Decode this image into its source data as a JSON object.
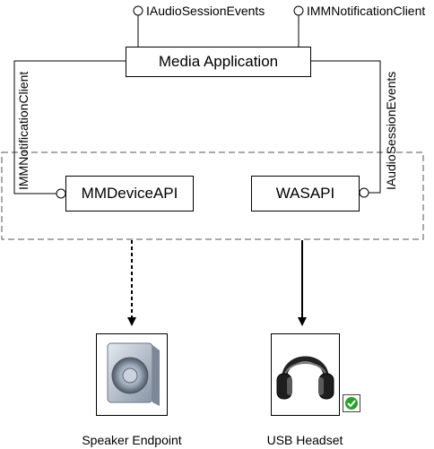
{
  "components": {
    "media_app": "Media Application",
    "mmdevice_api": "MMDeviceAPI",
    "wasapi": "WASAPI"
  },
  "interfaces": {
    "top_left": "IAudioSessionEvents",
    "top_right": "IMMNotificationClient",
    "left_vertical": "IMMNotificationClient",
    "right_vertical": "IAudioSessionEvents"
  },
  "devices": {
    "speaker": {
      "caption": "Speaker Endpoint",
      "icon": "speaker-icon"
    },
    "headset": {
      "caption": "USB Headset",
      "icon": "headphones-icon",
      "badge": "checkmark-icon"
    }
  },
  "colors": {
    "line": "#000000",
    "dashed_border": "#555555",
    "badge_green": "#2aa12a"
  }
}
